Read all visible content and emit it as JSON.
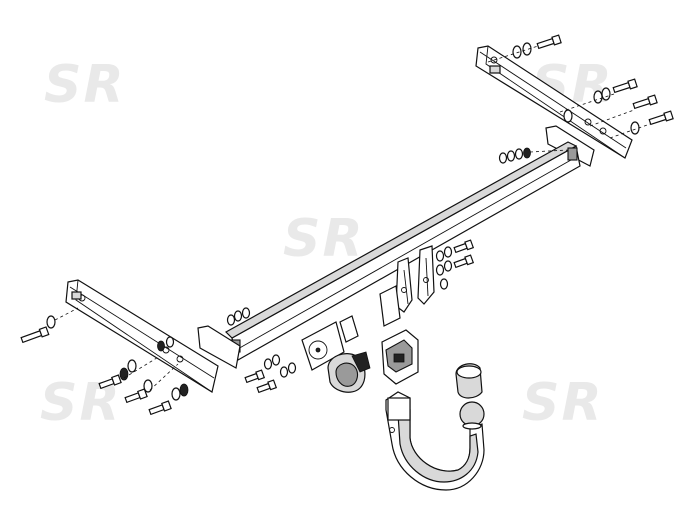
{
  "watermark": {
    "text": "SR",
    "color": "#e9e9e9"
  },
  "line_color": "#111111",
  "components": [
    "right-side-bracket",
    "left-side-bracket",
    "cross-beam",
    "ball-mount",
    "tow-ball",
    "ball-cap",
    "electrical-socket",
    "socket-plate",
    "mounting-bolts",
    "washers",
    "nuts"
  ]
}
